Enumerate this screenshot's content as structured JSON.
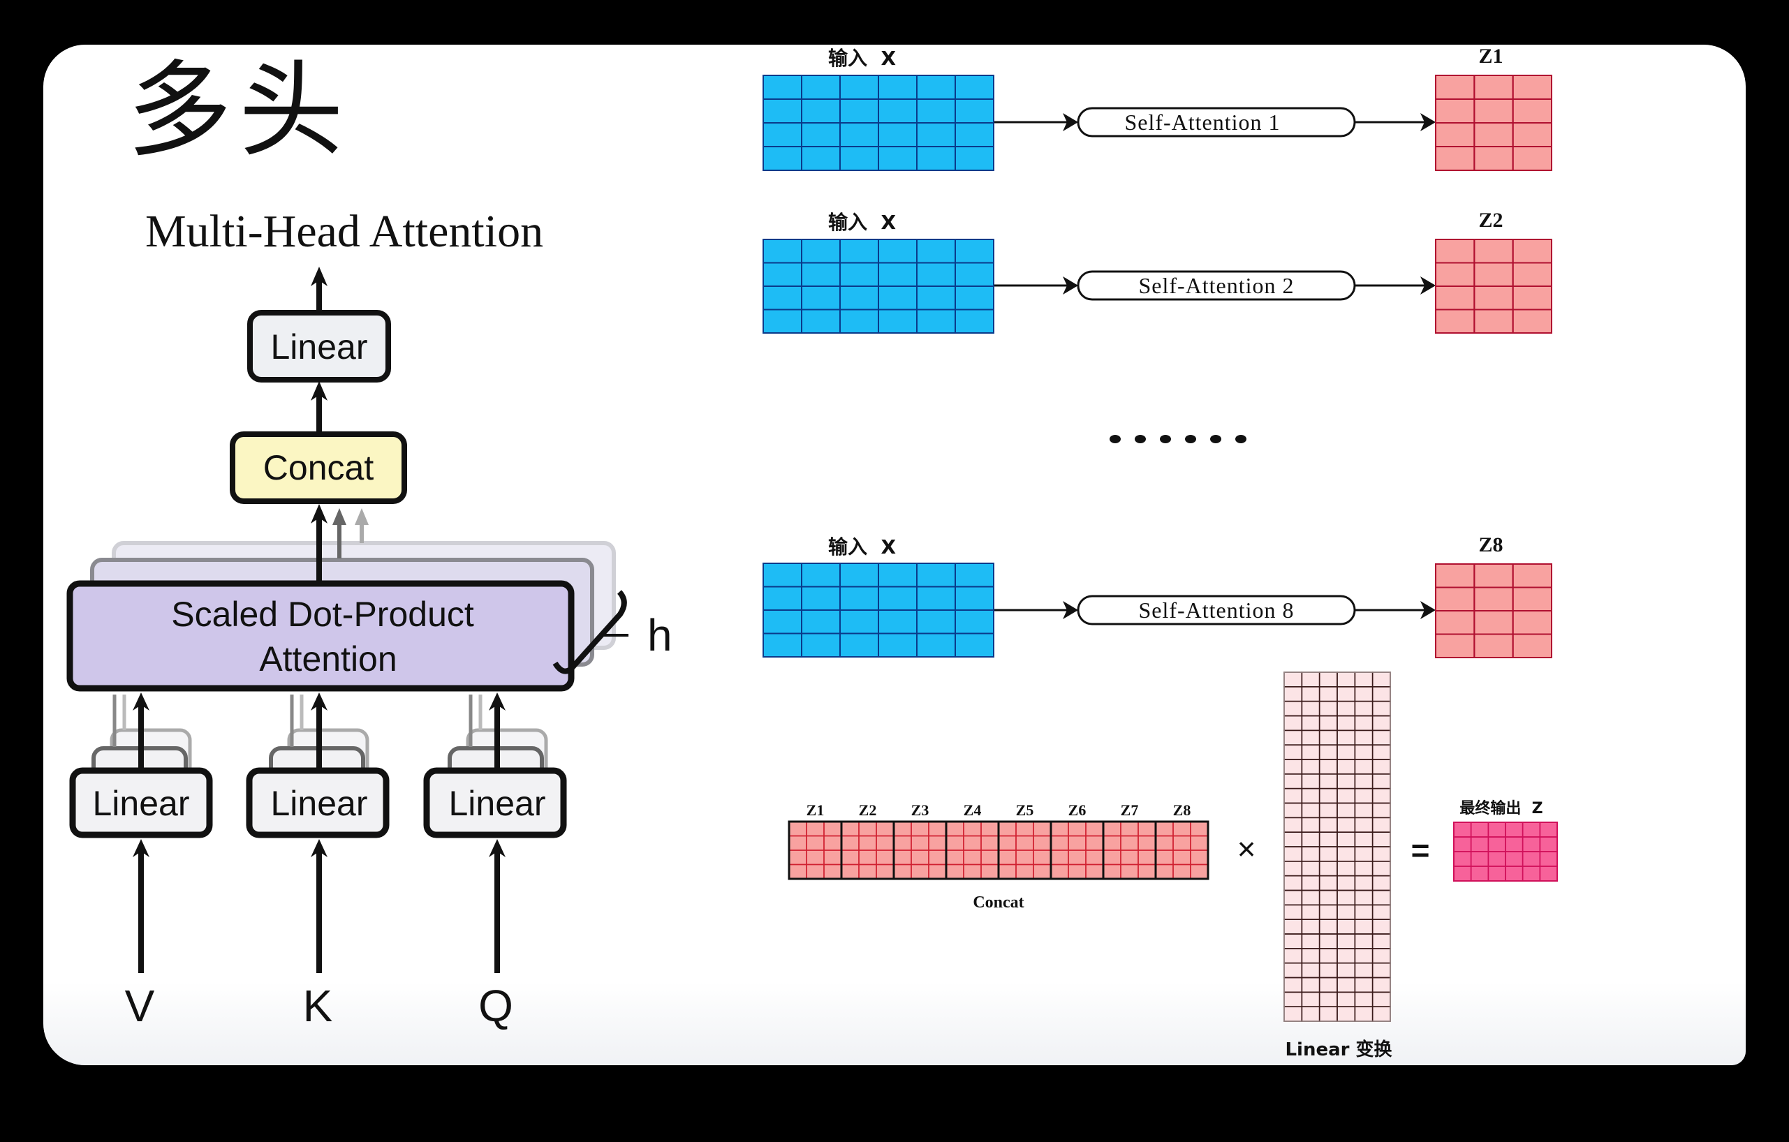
{
  "slide": {
    "title_cn": "多头",
    "title_en": "Multi-Head Attention"
  },
  "left_diagram": {
    "output_linear_label": "Linear",
    "concat_label": "Concat",
    "sdpa_label_line1": "Scaled Dot-Product",
    "sdpa_label_line2": "Attention",
    "heads_label": "h",
    "input_linears": [
      {
        "label": "Linear",
        "input": "V"
      },
      {
        "label": "Linear",
        "input": "K"
      },
      {
        "label": "Linear",
        "input": "Q"
      }
    ],
    "colors": {
      "linear_fill": "#eef0f3",
      "concat_fill": "#fbf6c3",
      "sdpa_fill": "#cfc6ea",
      "stroke": "#111111"
    }
  },
  "right_diagram": {
    "heads": [
      {
        "input_label": "输入  X",
        "attention_label": "Self-Attention 1",
        "output_label": "Z1"
      },
      {
        "input_label": "输入  X",
        "attention_label": "Self-Attention 2",
        "output_label": "Z2"
      },
      {
        "input_label": "输入  X",
        "attention_label": "Self-Attention 8",
        "output_label": "Z8"
      }
    ],
    "ellipsis": "......",
    "input_matrix": {
      "rows": 4,
      "cols": 6,
      "color": "#1ebcf5",
      "line_color": "#0a3a8a"
    },
    "z_matrix": {
      "rows": 4,
      "cols": 3,
      "color": "#f8a2a0",
      "line_color": "#b01030"
    },
    "concat": {
      "labels": [
        "Z1",
        "Z2",
        "Z3",
        "Z4",
        "Z5",
        "Z6",
        "Z7",
        "Z8"
      ],
      "caption": "Concat",
      "rows": 4,
      "cols_per_block": 3,
      "color": "#f8a2a0"
    },
    "multiply_sign": "×",
    "linear_matrix": {
      "rows": 24,
      "cols": 6,
      "caption": "Linear 变换",
      "color": "#fce4e6"
    },
    "equals_sign": "=",
    "final_output": {
      "label": "最终输出  Z",
      "rows": 4,
      "cols": 6,
      "color": "#f7629a",
      "line_color": "#d0105a"
    }
  }
}
